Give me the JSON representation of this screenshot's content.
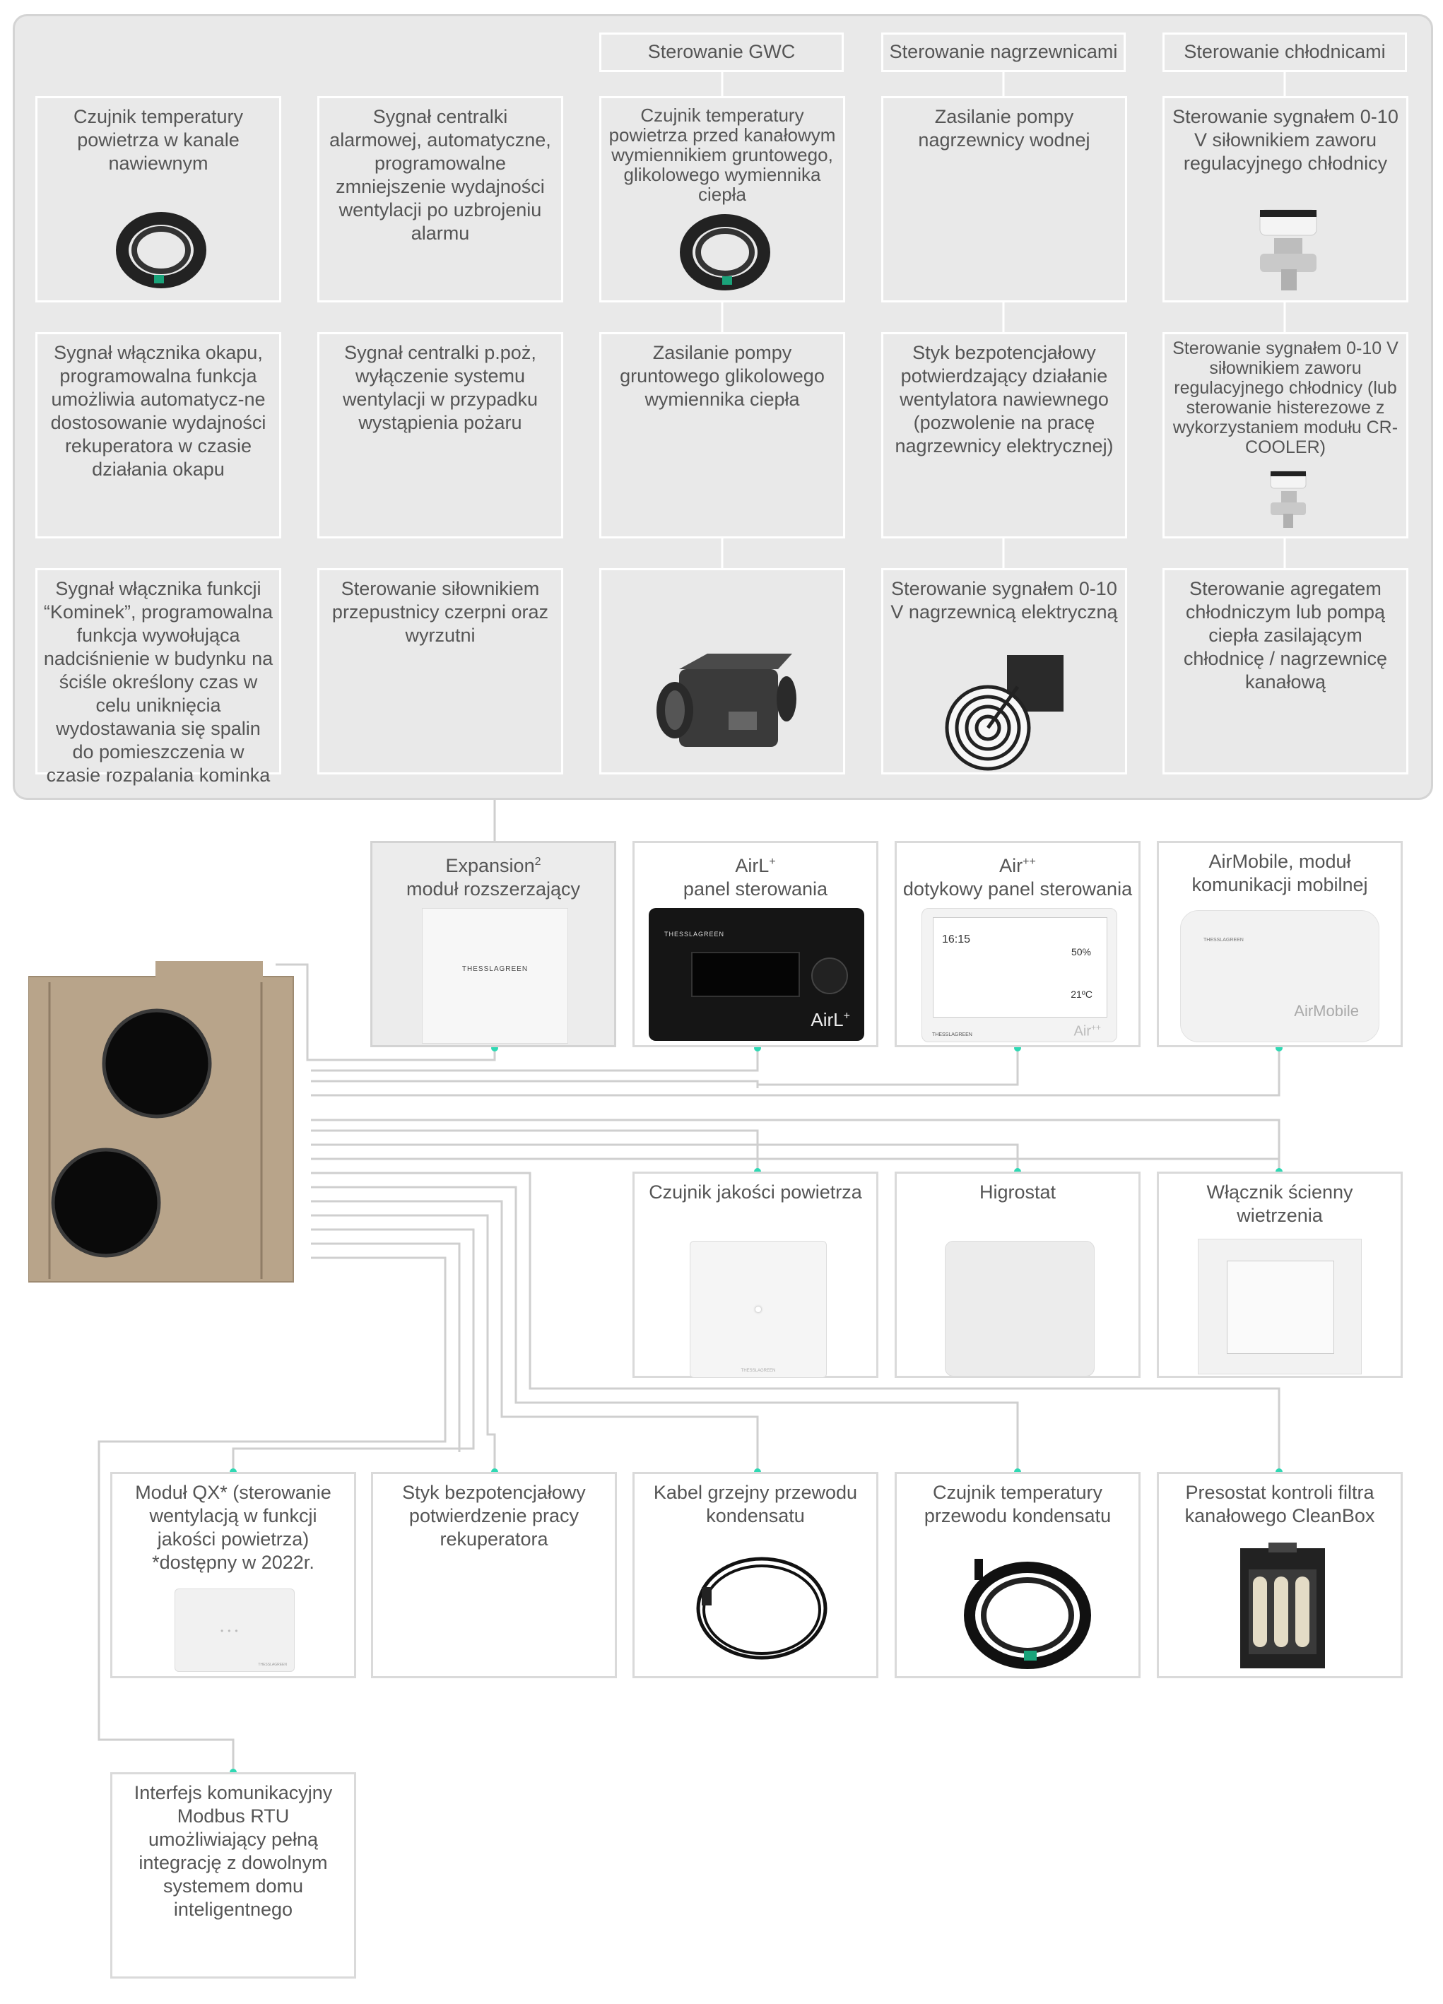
{
  "headers": {
    "gwc": "Sterowanie GWC",
    "heaters": "Sterowanie nagrzewnicami",
    "coolers": "Sterowanie chłodnicami"
  },
  "top_boxes": {
    "r1c1": "Czujnik temperatury powietrza w kanale nawiewnym",
    "r1c2": "Sygnał centralki alarmowej, automatyczne, programowalne zmniejszenie wydajności wentylacji po uzbrojeniu alarmu",
    "r1c3": "Czujnik temperatury powietrza przed kanałowym wymiennikiem gruntowego, glikolowego wymiennika ciepła",
    "r1c4": "Zasilanie pompy nagrzewnicy wodnej",
    "r1c5": "Sterowanie sygnałem 0-10 V siłownikiem zaworu regulacyjnego chłodnicy",
    "r2c1": "Sygnał włącznika okapu, programowalna funkcja umożliwia automatycz-ne dostosowanie wydajności rekuperatora w czasie działania okapu",
    "r2c2": "Sygnał centralki p.poż, wyłączenie systemu wentylacji w przypadku wystąpienia pożaru",
    "r2c3": "Zasilanie pompy gruntowego glikolowego wymiennika ciepła",
    "r2c4": "Styk bezpotencjałowy potwierdzający działanie wentylatora nawiewnego (pozwolenie na pracę nagrzewnicy elektrycznej)",
    "r2c5": "Sterowanie sygnałem 0-10 V siłownikiem zaworu regulacyjnego chłodnicy (lub sterowanie histerezowe z wykorzystaniem modułu CR-COOLER)",
    "r3c1": "Sygnał włącznika funkcji “Kominek”, programowalna funkcja wywołująca nadciśnienie w budynku na ściśle określony czas w celu uniknięcia wydostawania się spalin do pomieszczenia w czasie rozpalania kominka",
    "r3c2": "Sterowanie siłownikiem przepustnicy czerpni oraz wyrzutni",
    "r3c4": "Sterowanie sygnałem 0-10 V nagrzewnicą elektryczną",
    "r3c5": "Sterowanie agregatem chłodniczym lub pompą ciepła zasilającym chłodnicę / nagrzewnicę kanałową"
  },
  "devices": {
    "expansion_name": "Expansion",
    "expansion_sup": "2",
    "expansion_desc": "moduł rozszerzający",
    "expansion_brand": "THESSLAGREEN",
    "airl_name": "AirL",
    "airl_sup": "+",
    "airl_desc": "panel sterowania",
    "airl_brand": "THESSLAGREEN",
    "airl_label": "AirL",
    "airl_label_sup": "+",
    "airpp_name": "Air",
    "airpp_sup": "++",
    "airpp_desc": "dotykowy panel sterowania",
    "airpp_time": "16:15",
    "airpp_pct": "50%",
    "airpp_temp": "21ºC",
    "airpp_label": "Air",
    "airpp_label_sup": "++",
    "airpp_brand": "THESSLAGREEN",
    "airmobile": "AirMobile, moduł komunikacji mobilnej",
    "airmobile_label": "AirMobile",
    "airmobile_brand": "THESSLAGREEN",
    "air_quality": "Czujnik jakości powietrza",
    "air_quality_brand": "THESSLAGREEN",
    "hygrostat": "Higrostat",
    "wall_switch": "Włącznik ścienny wietrzenia",
    "qx": "Moduł QX* (sterowanie wentylacją w funkcji jakości powietrza) *dostępny w 2022r.",
    "qx_brand": "THESSLAGREEN",
    "contact": "Styk bezpotencjałowy potwierdzenie pracy rekuperatora",
    "heat_cable": "Kabel grzejny przewodu kondensatu",
    "cond_sensor": "Czujnik temperatury przewodu kondensatu",
    "presostat": "Presostat kontroli filtra kanałowego CleanBox",
    "modbus": "Interfejs komunikacyjny Modbus RTU umożliwiający pełną integrację z dowolnym systemem domu inteligentnego"
  },
  "colors": {
    "accent": "#2fd9b4",
    "panel": "#e9e9e9",
    "unit": "#b6a186",
    "line": "#cfcfcf"
  }
}
